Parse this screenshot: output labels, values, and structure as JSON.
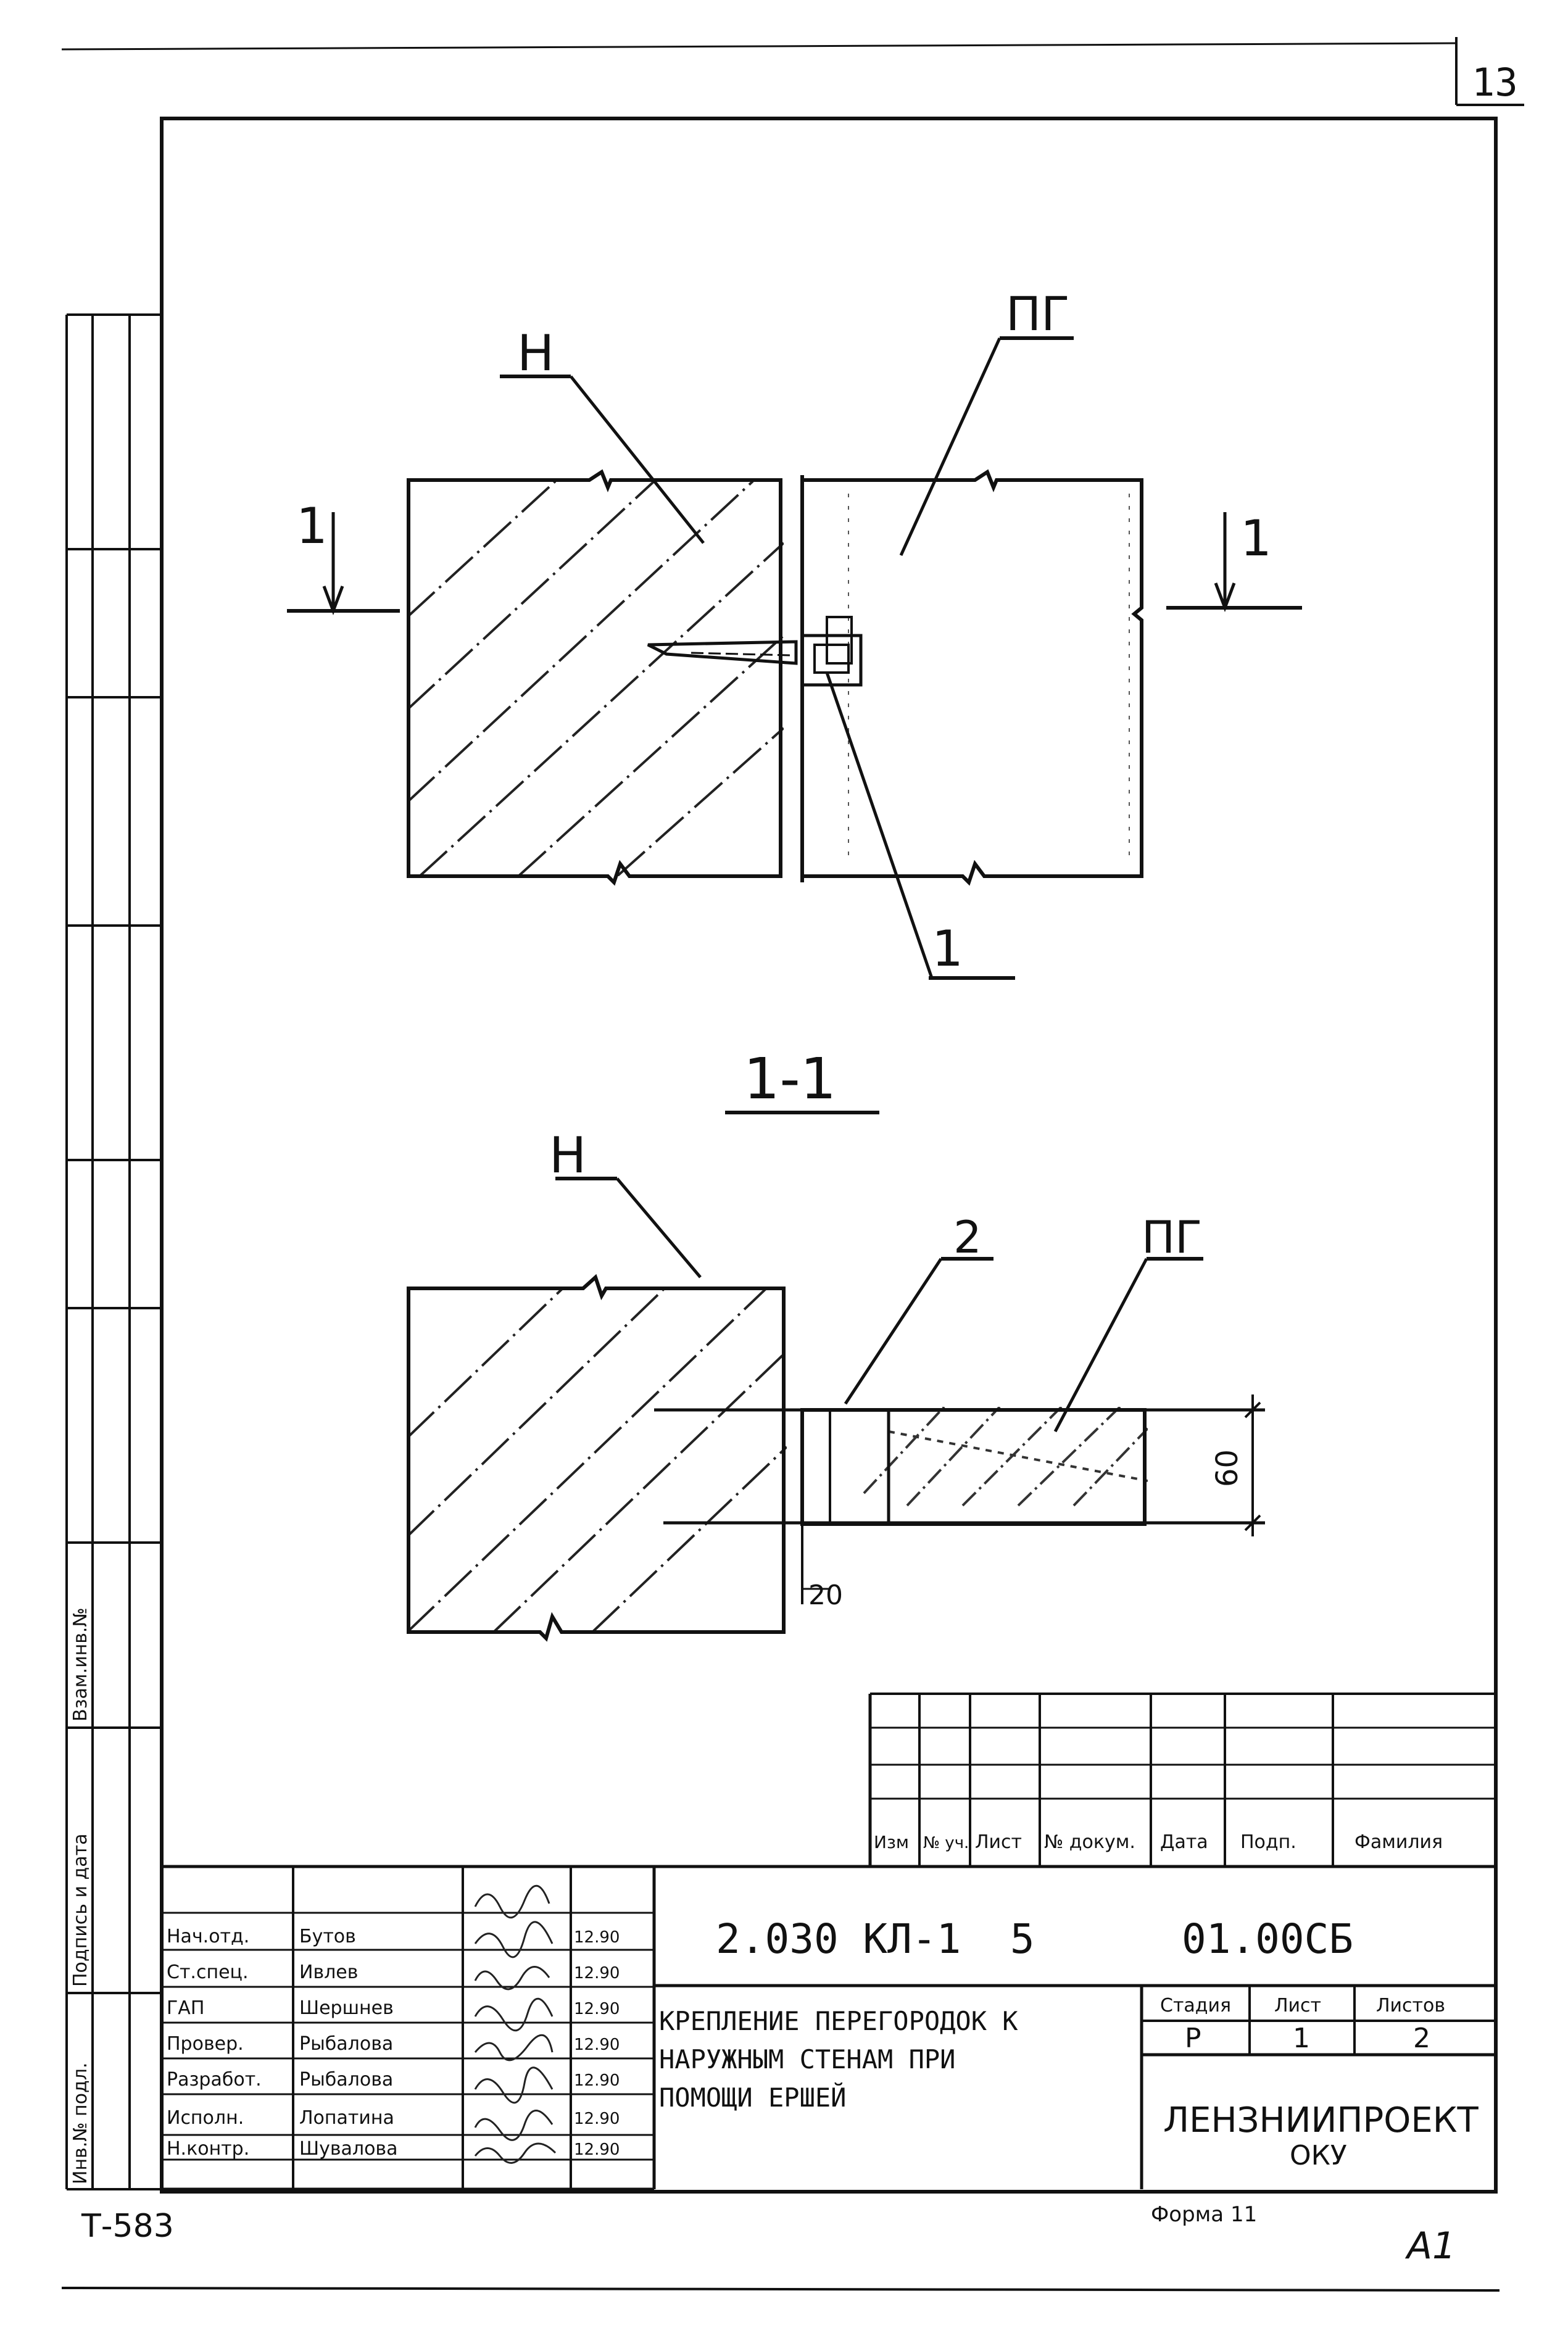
{
  "sheet_corner_number": "13",
  "drawing": {
    "plan": {
      "label_wall": "Н",
      "label_partition": "ПГ",
      "section_mark_left": "1",
      "section_mark_right": "1",
      "callout_1": "1"
    },
    "section": {
      "title": "1-1",
      "label_wall": "Н",
      "label_ersh": "2",
      "label_partition": "ПГ",
      "dim_60": "60",
      "dim_20": "20"
    }
  },
  "side_stamp": {
    "labels": [
      "Взам.инв.№",
      "Подпись и дата",
      "Инв.№ подл."
    ]
  },
  "revision_table": {
    "headers": [
      "Изм",
      "№ уч.",
      "Лист",
      "№ докум.",
      "Дата",
      "Подп.",
      "Фамилия"
    ]
  },
  "title_block": {
    "designation": "2.030 КЛ-1  5      01.00СБ",
    "title_lines": [
      "КРЕПЛЕНИЕ ПЕРЕГОРОДОК К",
      "НАРУЖНЫМ СТЕНАМ ПРИ",
      "ПОМОЩИ ЕРШЕЙ"
    ],
    "stage_header": "Стадия",
    "sheet_header": "Лист",
    "sheets_header": "Листов",
    "stage_value": "Р",
    "sheet_value": "1",
    "sheets_value": "2",
    "organization": "ЛЕНЗНИИПРОЕКТ",
    "organization_sub": "ОКУ",
    "roles": [
      {
        "role": "Нач.отд.",
        "name": "Бутов",
        "date": "12.90"
      },
      {
        "role": "Ст.спец.",
        "name": "Ивлев",
        "date": "12.90"
      },
      {
        "role": "ГАП",
        "name": "Шершнев",
        "date": "12.90"
      },
      {
        "role": "Провер.",
        "name": "Рыбалова",
        "date": "12.90"
      },
      {
        "role": "Разработ.",
        "name": "Рыбалова",
        "date": "12.90"
      },
      {
        "role": "Исполн.",
        "name": "Лопатина",
        "date": "12.90"
      },
      {
        "role": "Н.контр.",
        "name": "Шувалова",
        "date": "12.90"
      }
    ]
  },
  "bottom": {
    "inventory": "Т-583",
    "form": "Форма 11",
    "format": "А1"
  }
}
